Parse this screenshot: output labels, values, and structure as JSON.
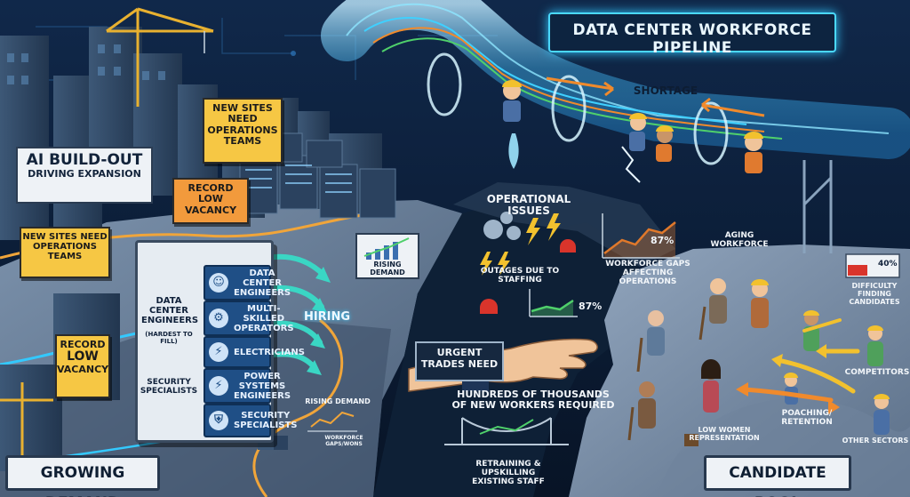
{
  "title": "Data Center Workforce Pipeline",
  "pipeline": {
    "shortage_label": "Shortage"
  },
  "demand_side": {
    "section_label": "Growing Demand",
    "signs": {
      "ai_buildout_line1": "AI Build-Out",
      "ai_buildout_line2": "Driving Expansion",
      "new_sites_top": "New Sites Need Operations Teams",
      "new_sites_left": "New Sites Need Operations Teams",
      "record_low_top": "Record Low Vacancy",
      "record_low_left_line1": "Record",
      "record_low_left_line2": "Low",
      "record_low_left_line3": "Vacancy"
    },
    "hiring_label": "Hiring",
    "rising_demand_sign": "Rising Demand",
    "rising_demand_small": "Rising Demand",
    "workforce_gaps_small": "Workforce Gaps/Wons",
    "hiring_board": {
      "featured_role": "Data Center Engineers",
      "featured_note": "(Hardest to Fill)",
      "featured_security": "Security Specialists",
      "roles": [
        "Data Center Engineers",
        "Multi-Skilled Operators",
        "Electricians",
        "Power Systems Engineers",
        "Security Specialists"
      ]
    }
  },
  "middle": {
    "operational_issues": "Operational Issues",
    "outages": "Outages Due to Staffing",
    "workforce_gaps": "Workforce Gaps Affecting Operations",
    "gap_value": "87%",
    "outage_value": "87%",
    "urgent_trades": "Urgent Trades Need",
    "hundreds_line1": "Hundreds of Thousands",
    "hundreds_line2": "of New Workers Required",
    "retraining_line1": "Retraining & Upskilling",
    "retraining_line2": "Existing Staff"
  },
  "candidate_side": {
    "section_label": "Candidate Pool",
    "aging_workforce": "Aging Workforce",
    "difficulty_value": "40%",
    "difficulty_label": "Difficulty Finding Candidates",
    "competitors": "Competitors",
    "poaching": "Poaching/ Retention",
    "low_women": "Low Women Representation",
    "other_sectors": "Other Sectors"
  },
  "bars": {
    "gap_fraction": 0.87,
    "difficulty_fraction": 0.4
  },
  "colors": {
    "background": "#0b1a2e",
    "pipe_glow": "#3fd0ff",
    "sign_yellow": "#f6c744",
    "sign_orange": "#f29a3c",
    "role_blue": "#1f4f86",
    "alert_red": "#d9342b",
    "chart_green": "#4fd06b",
    "chart_orange": "#e0792b",
    "arrow_orange": "#f08a2c",
    "arrow_yellow": "#f2c12e"
  }
}
